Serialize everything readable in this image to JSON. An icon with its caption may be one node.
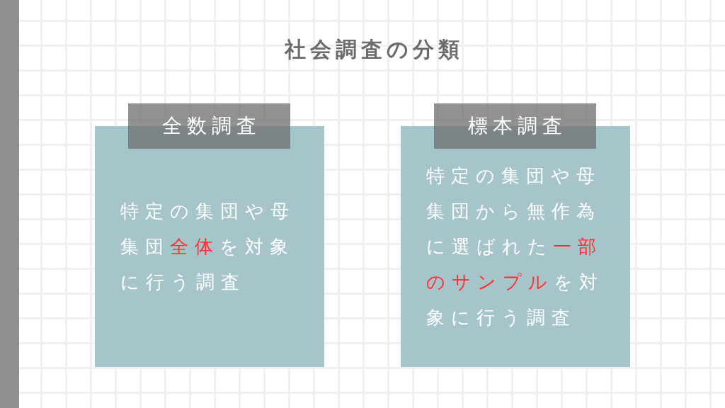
{
  "diagram": {
    "title": "社会調査の分類",
    "nodes": [
      {
        "text": [
          "全数調査",
          "特定の集団や母集団**全体**を対象に行う調査"
        ]
      },
      {
        "text": [
          "標本調査",
          "特定の集団や母集団から無作為に選ばれた**一部のサンプル**を対象に行う調査"
        ]
      }
    ]
  }
}
